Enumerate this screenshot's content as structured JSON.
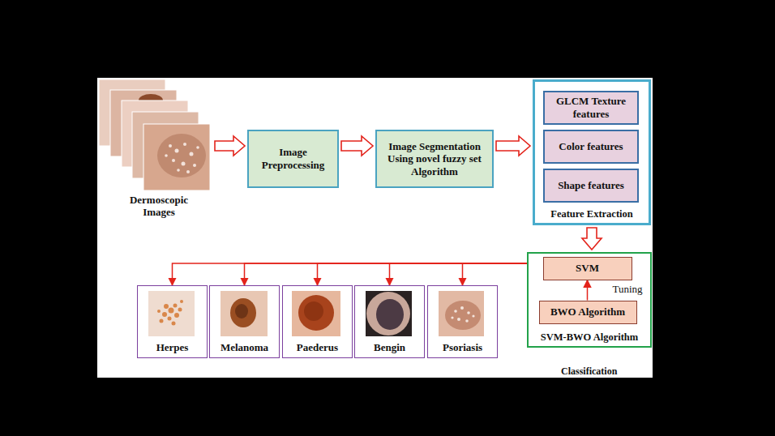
{
  "diagram": {
    "nodes": [
      {
        "text": [
          "Dermoscopic Images"
        ]
      },
      {
        "text": [
          "Image Preprocessing"
        ]
      },
      {
        "text": [
          "Image Segmentation Using novel fuzzy set Algorithm"
        ]
      },
      {
        "text": [
          "Feature Extraction"
        ]
      },
      {
        "text": [
          "GLCM Texture features"
        ],
        "in": 3
      },
      {
        "text": [
          "Color features"
        ],
        "in": 3
      },
      {
        "text": [
          "Shape features"
        ],
        "in": 3
      },
      {
        "text": [
          "SVM-BWO Algorithm"
        ]
      },
      {
        "text": [
          "SVM"
        ],
        "in": 7
      },
      {
        "text": [
          "BWO Algorithm"
        ],
        "in": 7
      },
      {
        "text": [
          "Herpes"
        ]
      },
      {
        "text": [
          "Melanoma"
        ]
      },
      {
        "text": [
          "Paederus"
        ]
      },
      {
        "text": [
          "Bengin"
        ]
      },
      {
        "text": [
          "Psoriasis"
        ]
      }
    ],
    "edges": [
      {
        "from": 0,
        "to": 1,
        "arrow": "to"
      },
      {
        "from": 1,
        "to": 2,
        "arrow": "to"
      },
      {
        "from": 2,
        "to": 3,
        "arrow": "to"
      },
      {
        "from": 3,
        "to": 7,
        "arrow": "to"
      },
      {
        "from": 9,
        "to": 8,
        "label": "Tuning",
        "arrow": "to"
      },
      {
        "from": 7,
        "to": 10,
        "arrow": "to"
      },
      {
        "from": 7,
        "to": 11,
        "arrow": "to"
      },
      {
        "from": 7,
        "to": 12,
        "arrow": "to"
      },
      {
        "from": 7,
        "to": 13,
        "arrow": "to"
      },
      {
        "from": 7,
        "to": 14,
        "arrow": "to"
      }
    ],
    "labels": [
      "Classification"
    ]
  }
}
